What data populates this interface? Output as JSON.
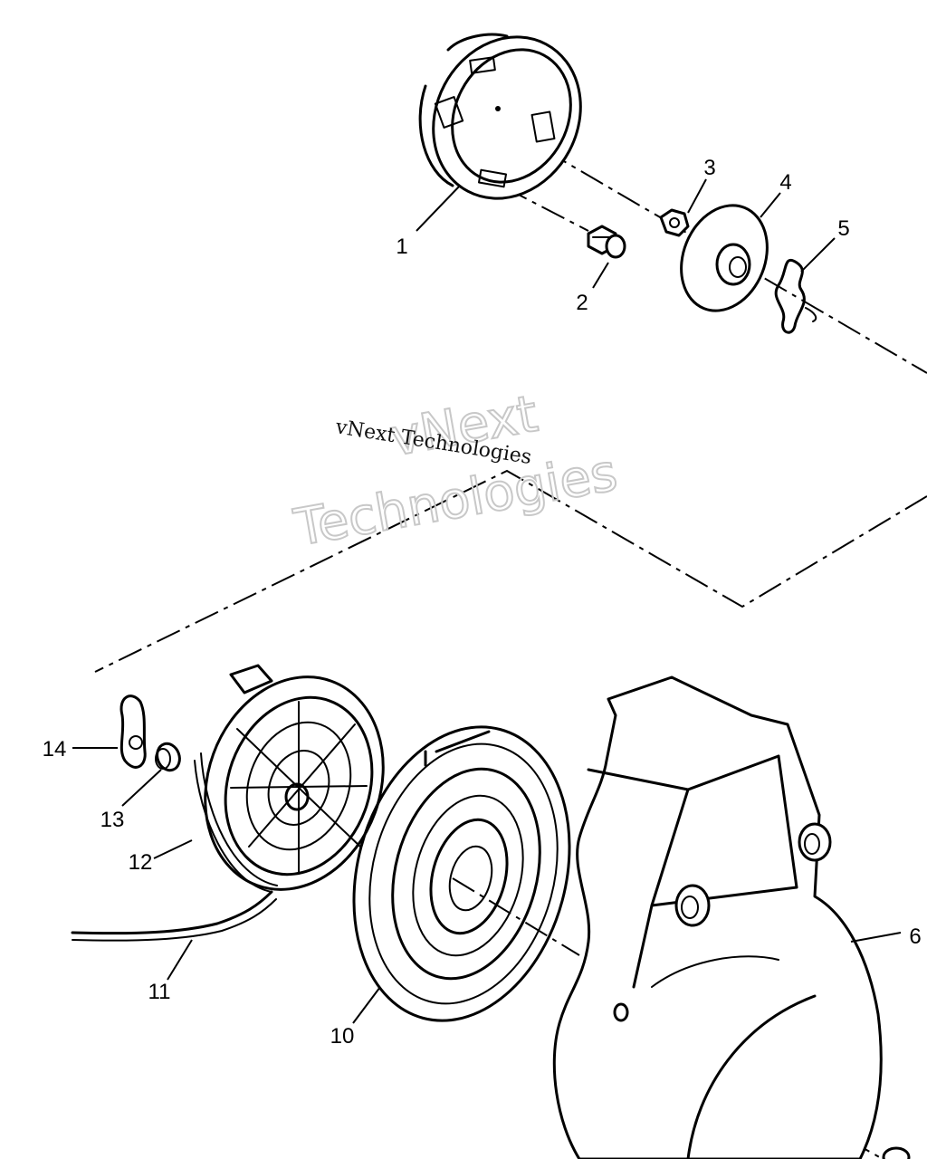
{
  "watermark": {
    "caption": "vNext Technologies",
    "large_line1": "vNext",
    "large_line2": "Technologies"
  },
  "callouts": [
    {
      "id": "1",
      "text": "1"
    },
    {
      "id": "2",
      "text": "2"
    },
    {
      "id": "3",
      "text": "3"
    },
    {
      "id": "4",
      "text": "4"
    },
    {
      "id": "5",
      "text": "5"
    },
    {
      "id": "6",
      "text": "6"
    },
    {
      "id": "10",
      "text": "10"
    },
    {
      "id": "11",
      "text": "11"
    },
    {
      "id": "12",
      "text": "12"
    },
    {
      "id": "13",
      "text": "13"
    },
    {
      "id": "14",
      "text": "14"
    }
  ]
}
